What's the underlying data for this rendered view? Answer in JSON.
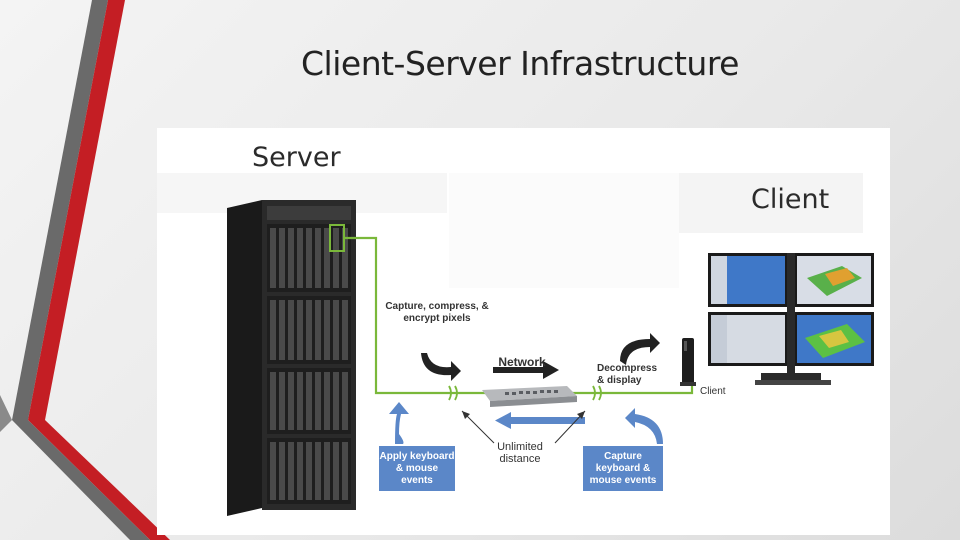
{
  "slide": {
    "title": "Client-Server Infrastructure"
  },
  "colors": {
    "accent_red": "#c41e24",
    "accent_gray": "#555555",
    "cable_green": "#7ab83a",
    "arrow_blue": "#5b87c8",
    "arrow_black": "#222222"
  },
  "diagram": {
    "server_label": "Server",
    "client_label": "Client",
    "capture_pixels": "Capture, compress, & encrypt pixels",
    "network": "Network",
    "decompress": "Decompress & display",
    "client_small": "Client",
    "unlimited": "Unlimited distance",
    "apply_events": "Apply keyboard & mouse events",
    "capture_events": "Capture keyboard & mouse events"
  },
  "icons": {
    "server": "server-rack-icon",
    "switch": "network-switch-icon",
    "thin_client": "thin-client-icon",
    "monitors": "quad-monitor-icon"
  }
}
